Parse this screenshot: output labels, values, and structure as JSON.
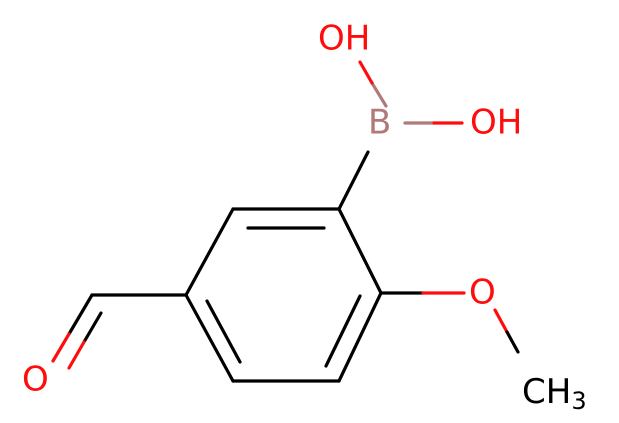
{
  "molecule": {
    "atoms": {
      "boron": "B",
      "hydroxyl_top": "OH",
      "hydroxyl_right": "OH",
      "methoxy_oxygen": "O",
      "methyl_main": "CH",
      "methyl_subscript": "3",
      "aldehyde_oxygen": "O"
    },
    "colors": {
      "oxygen": "#ff0d0d",
      "boron": "#b07a7a",
      "carbon_bond": "#000000",
      "background": "#ffffff"
    }
  }
}
